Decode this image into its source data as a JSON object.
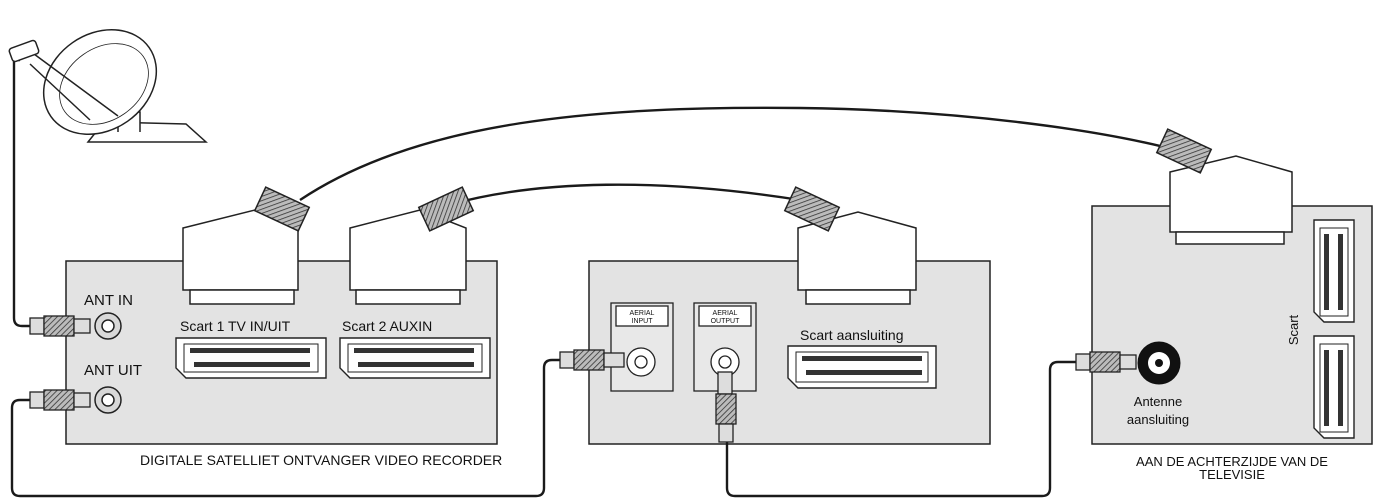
{
  "receiver": {
    "ant_in_label": "ANT IN",
    "ant_uit_label": "ANT UIT",
    "scart1_label": "Scart 1 TV IN/UIT",
    "scart2_label": "Scart 2 AUXIN",
    "caption": "DIGITALE SATELLIET ONTVANGER VIDEO RECORDER"
  },
  "vcr": {
    "aerial_input_line1": "AERIAL",
    "aerial_input_line2": "INPUT",
    "aerial_output_line1": "AERIAL",
    "aerial_output_line2": "OUTPUT",
    "scart_label": "Scart aansluiting"
  },
  "tv": {
    "scart_label": "Scart",
    "antenna_line1": "Antenne",
    "antenna_line2": "aansluiting",
    "caption_line1": "AAN DE ACHTERZIJDE VAN DE",
    "caption_line2": "TELEVISIE"
  },
  "colors": {
    "panel_fill": "#e3e3e3",
    "stroke": "#222222",
    "cable": "#1a1a1a"
  }
}
